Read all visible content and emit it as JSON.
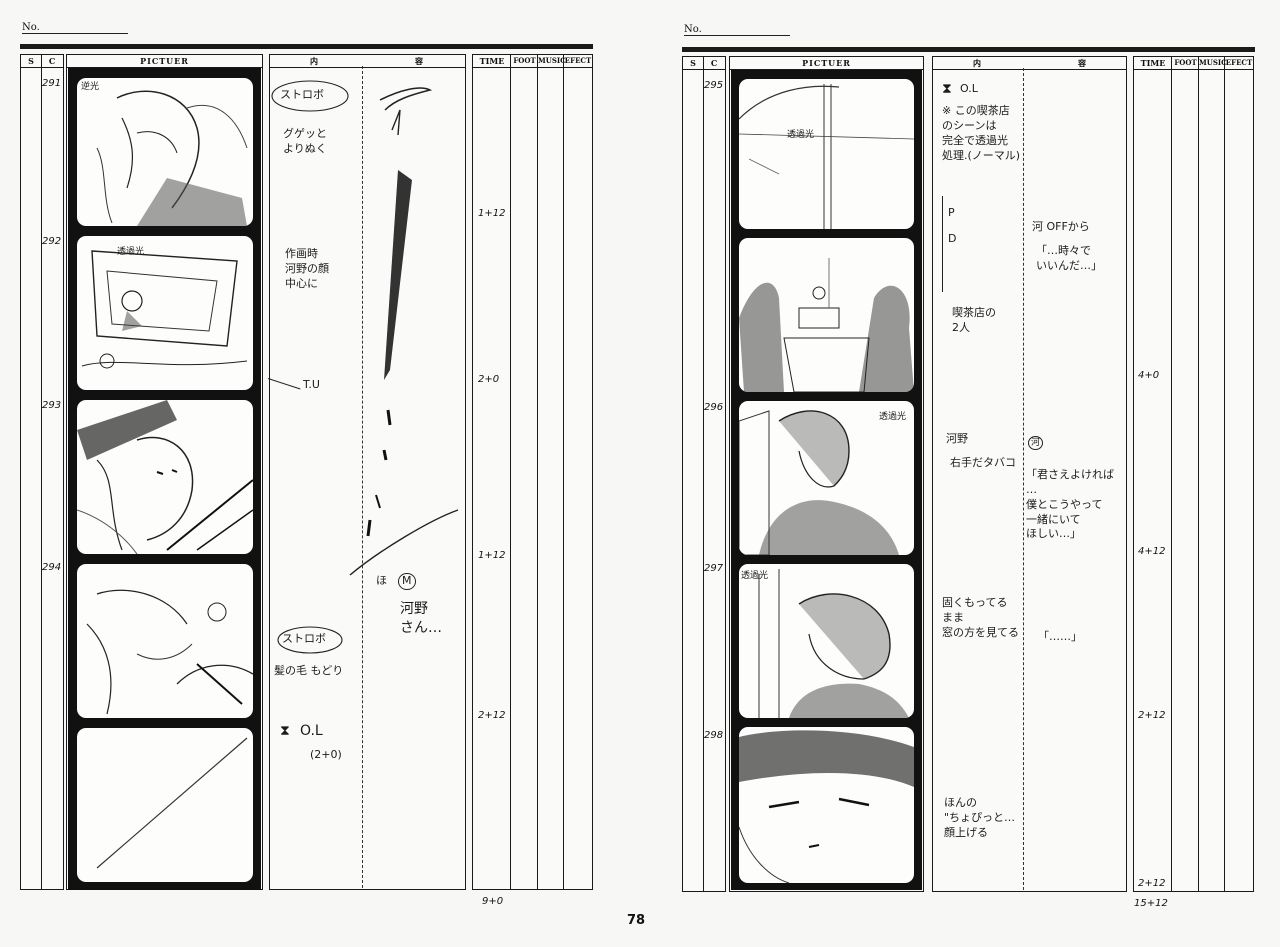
{
  "page_number": "78",
  "header": {
    "no_label": "No."
  },
  "columns": {
    "s": "S",
    "c": "C",
    "picture": "PICTUER",
    "content_1": "内",
    "content_2": "容",
    "time": "TIME",
    "foot": "FOOT",
    "music": "MUSIC",
    "effect": "EFECT"
  },
  "left_page": {
    "cuts": [
      {
        "number": "291",
        "frame_label": "逆光"
      },
      {
        "number": "292",
        "frame_label": "透過光"
      },
      {
        "number": "293",
        "frame_label": ""
      },
      {
        "number": "294",
        "frame_label": ""
      }
    ],
    "notes": {
      "strobo_1": "ストロボ",
      "note_291": "グゲッと\nよりぬく",
      "note_292": "作画時\n河野の顔\n中心に",
      "tu": "T.U",
      "strobo_2": "ストロボ",
      "note_294": "髪の毛 もどり",
      "oc": "O.L",
      "oc_time": "(2+0)",
      "dialog_marker": "ほ",
      "dialog_m": "M",
      "dialog": "河野\nさん…"
    },
    "times": [
      "1+12",
      "2+0",
      "1+12",
      "2+12"
    ],
    "total": "9+0"
  },
  "right_page": {
    "cuts": [
      {
        "number": "295",
        "frame_label": "透過光"
      },
      {
        "number": "296",
        "frame_label": "透過光"
      },
      {
        "number": "297",
        "frame_label": "透過光"
      },
      {
        "number": "298",
        "frame_label": ""
      }
    ],
    "notes": {
      "oc": "O.L",
      "note_295": "※ この喫茶店\nのシーンは\n完全で透過光\n処理.(ノーマル)",
      "pd_p": "P",
      "pd_d": "D",
      "off_marker": "河 OFFから",
      "off_dialog": "「…時々で\nいいんだ…」",
      "note_295b": "喫茶店の\n2人",
      "kono": "河野",
      "kono_action": "右手だタバコ",
      "dialog_marker": "河",
      "dialog_296": "「君さえよければ\n…\n僕とこうやって\n一緒にいて\nほしい…」",
      "note_297": "固くもってる\nまま\n窓の方を見てる",
      "dialog_297": "「……」",
      "note_298": "ほんの\n\"ちょぴっと…\n顔上げる"
    },
    "times": [
      "4+0",
      "4+12",
      "2+12",
      "2+12"
    ],
    "total": "15+12"
  },
  "colors": {
    "ink": "#1a1a1a",
    "paper": "#f7f7f5"
  }
}
